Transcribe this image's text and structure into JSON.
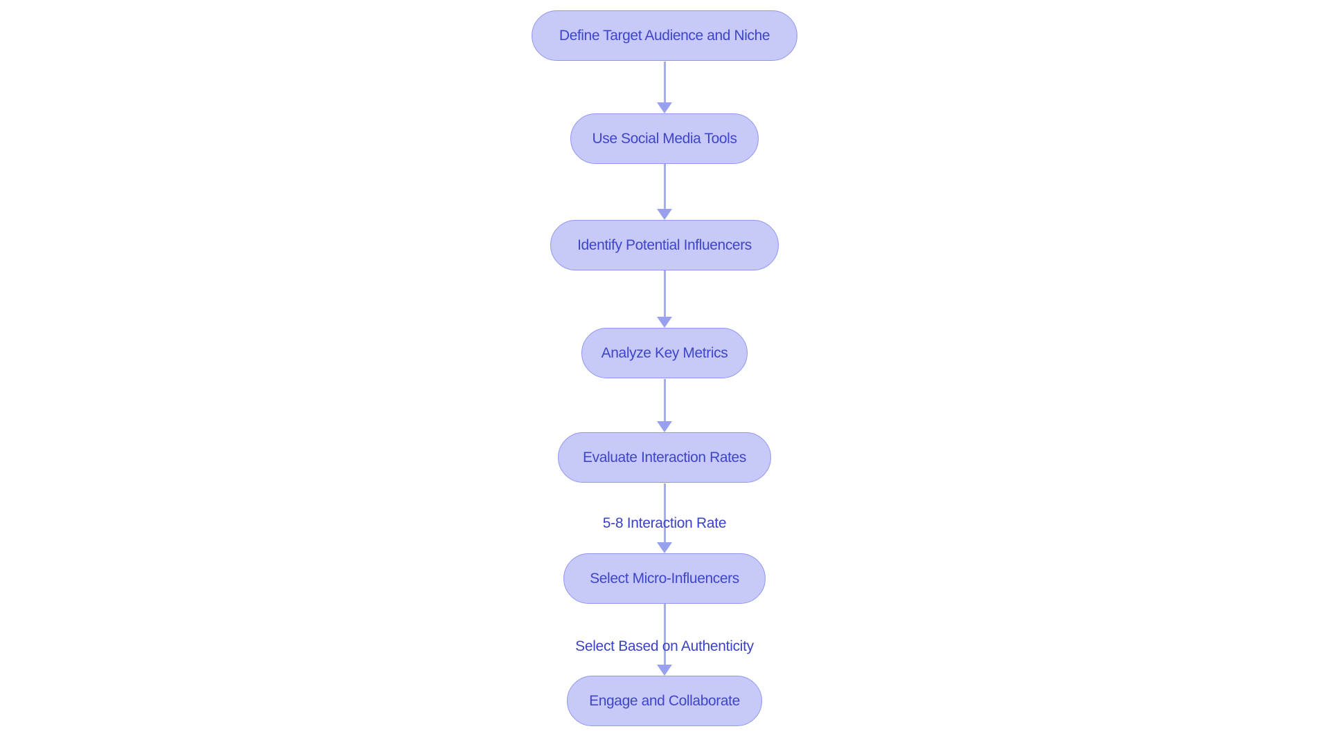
{
  "diagram": {
    "type": "flowchart",
    "direction": "top-down",
    "colors": {
      "bg": "#ffffff",
      "node-fill": "#c7c9f8",
      "node-border": "#9096ee",
      "node-text": "#3e45c9",
      "edge-line": "#a6acf2",
      "arrow-head": "#99a1ef",
      "edge-label": "#3b42c6"
    },
    "nodes": [
      {
        "id": "define-target-audience-and-niche",
        "label": "Define Target Audience and Niche"
      },
      {
        "id": "use-social-media-tools",
        "label": "Use Social Media Tools"
      },
      {
        "id": "identify-potential-influencers",
        "label": "Identify Potential Influencers"
      },
      {
        "id": "analyze-key-metrics",
        "label": "Analyze Key Metrics"
      },
      {
        "id": "evaluate-interaction-rates",
        "label": "Evaluate Interaction Rates"
      },
      {
        "id": "select-micro-influencers",
        "label": "Select Micro-Influencers"
      },
      {
        "id": "engage-and-collaborate",
        "label": "Engage and Collaborate"
      }
    ],
    "edges": [
      {
        "from": "define-target-audience-and-niche",
        "to": "use-social-media-tools",
        "label": ""
      },
      {
        "from": "use-social-media-tools",
        "to": "identify-potential-influencers",
        "label": ""
      },
      {
        "from": "identify-potential-influencers",
        "to": "analyze-key-metrics",
        "label": ""
      },
      {
        "from": "analyze-key-metrics",
        "to": "evaluate-interaction-rates",
        "label": ""
      },
      {
        "from": "evaluate-interaction-rates",
        "to": "select-micro-influencers",
        "label": "5-8 Interaction Rate"
      },
      {
        "from": "select-micro-influencers",
        "to": "engage-and-collaborate",
        "label": "Select Based on Authenticity"
      }
    ]
  }
}
